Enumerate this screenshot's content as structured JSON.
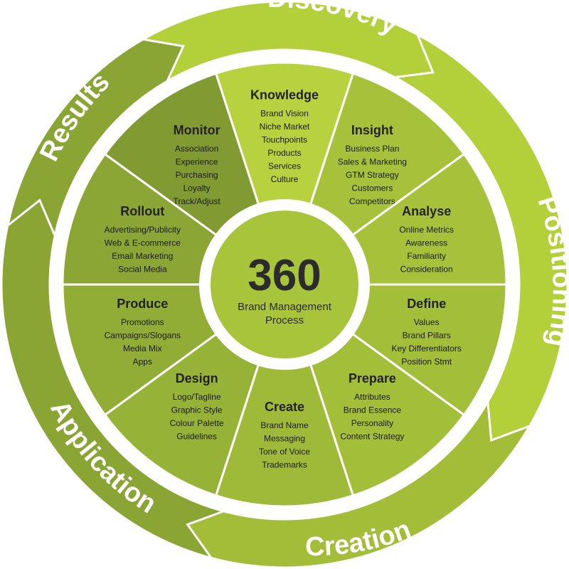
{
  "center": {
    "number": "360",
    "line1": "Brand Management",
    "line2": "Process"
  },
  "phases": [
    {
      "label": "Discovery",
      "color": "#b3cf3a"
    },
    {
      "label": "Positioning",
      "color": "#b3cf3a"
    },
    {
      "label": "Creation",
      "color": "#a3bd38"
    },
    {
      "label": "Application",
      "color": "#8aa534"
    },
    {
      "label": "Results",
      "color": "#8aa534"
    }
  ],
  "segments": [
    {
      "title": "Knowledge",
      "color": "#b8d13e",
      "items": [
        "Brand Vision",
        "Niche Market",
        "Touchpoints",
        "Products",
        "Services",
        "Culture"
      ]
    },
    {
      "title": "Insight",
      "color": "#a7c23a",
      "items": [
        "Business Plan",
        "Sales & Marketing",
        "GTM Strategy",
        "Customers",
        "Competitors"
      ]
    },
    {
      "title": "Analyse",
      "color": "#a7c23a",
      "items": [
        "Online Metrics",
        "Awareness",
        "Familiarity",
        "Consideration"
      ]
    },
    {
      "title": "Define",
      "color": "#a3be39",
      "items": [
        "Values",
        "Brand Pillars",
        "Key Differentiators",
        "Position Stmt"
      ]
    },
    {
      "title": "Prepare",
      "color": "#a3be39",
      "items": [
        "Attributes",
        "Brand Essence",
        "Personality",
        "Content Strategy"
      ]
    },
    {
      "title": "Create",
      "color": "#9fba38",
      "items": [
        "Brand Name",
        "Messaging",
        "Tone of Voice",
        "Trademarks"
      ]
    },
    {
      "title": "Design",
      "color": "#97b337",
      "items": [
        "Logo/Tagline",
        "Graphic Style",
        "Colour Palette",
        "Guidelines"
      ]
    },
    {
      "title": "Produce",
      "color": "#91ad36",
      "items": [
        "Promotions",
        "Campaigns/Slogans",
        "Media Mix",
        "Apps"
      ]
    },
    {
      "title": "Rollout",
      "color": "#8ba635",
      "items": [
        "Advertising/Publicity",
        "Web & E-commerce",
        "Email Marketing",
        "Social Media"
      ]
    },
    {
      "title": "Monitor",
      "color": "#819b32",
      "items": [
        "Association",
        "Experience",
        "Purchasing",
        "Loyalty",
        "Track/Adjust"
      ]
    }
  ]
}
